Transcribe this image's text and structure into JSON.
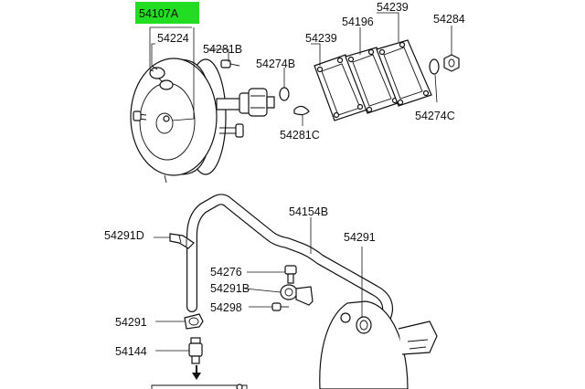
{
  "highlight_color": "#22dd22",
  "labels": {
    "p54107A": "54107A",
    "p54224": "54224",
    "p54281B": "54281B",
    "p54239a": "54239",
    "p54196": "54196",
    "p54239b": "54239",
    "p54284": "54284",
    "p54274B": "54274B",
    "p54274C": "54274C",
    "p54281C": "54281C",
    "p54154B": "54154B",
    "p54291D": "54291D",
    "p54291a": "54291",
    "p54276": "54276",
    "p54291B": "54291B",
    "p54298": "54298",
    "p54291b": "54291",
    "p54144": "54144"
  },
  "highlighted_label": "p54107A"
}
